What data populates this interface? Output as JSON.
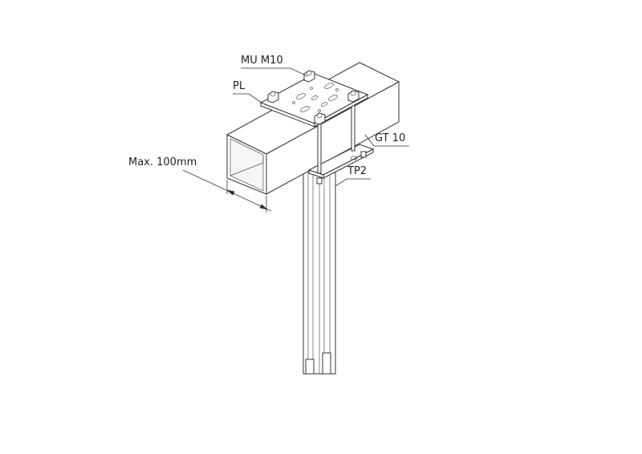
{
  "labels": {
    "nut": "MU M10",
    "plate": "PL",
    "threaded_rod": "GT 10",
    "post_plate": "TP2",
    "dimension": "Max. 100mm"
  },
  "colors": {
    "line": "#333333",
    "background": "#ffffff",
    "metal_shade": "#e8e8e8"
  }
}
